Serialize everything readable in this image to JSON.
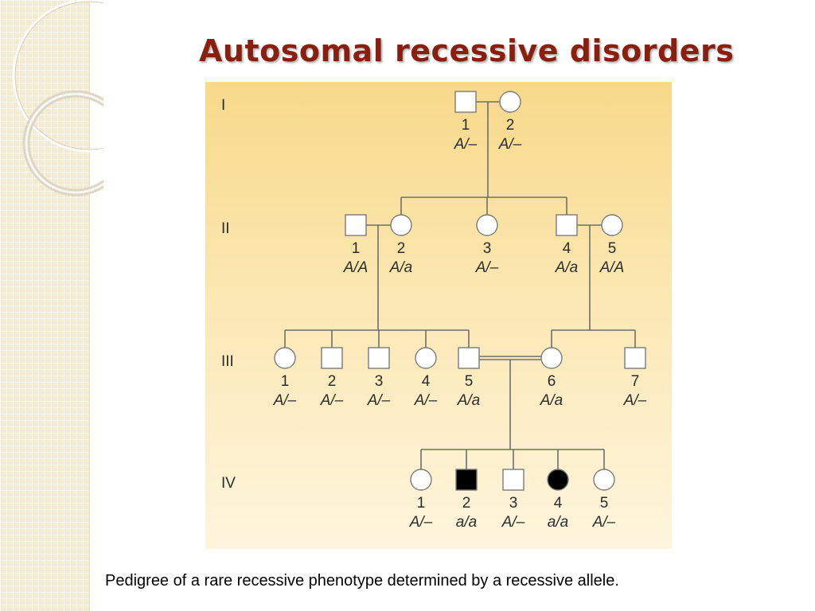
{
  "title": "Autosomal recessive disorders",
  "caption": "Pedigree of a rare recessive phenotype determined by a recessive allele.",
  "pedigree": {
    "generations": [
      "I",
      "II",
      "III",
      "IV"
    ],
    "individuals": [
      {
        "gen": "I",
        "num": "1",
        "sex": "male",
        "affected": false,
        "genotype": "A/–"
      },
      {
        "gen": "I",
        "num": "2",
        "sex": "female",
        "affected": false,
        "genotype": "A/–"
      },
      {
        "gen": "II",
        "num": "1",
        "sex": "male",
        "affected": false,
        "genotype": "A/A"
      },
      {
        "gen": "II",
        "num": "2",
        "sex": "female",
        "affected": false,
        "genotype": "A/a"
      },
      {
        "gen": "II",
        "num": "3",
        "sex": "female",
        "affected": false,
        "genotype": "A/–"
      },
      {
        "gen": "II",
        "num": "4",
        "sex": "male",
        "affected": false,
        "genotype": "A/a"
      },
      {
        "gen": "II",
        "num": "5",
        "sex": "female",
        "affected": false,
        "genotype": "A/A"
      },
      {
        "gen": "III",
        "num": "1",
        "sex": "female",
        "affected": false,
        "genotype": "A/–"
      },
      {
        "gen": "III",
        "num": "2",
        "sex": "male",
        "affected": false,
        "genotype": "A/–"
      },
      {
        "gen": "III",
        "num": "3",
        "sex": "male",
        "affected": false,
        "genotype": "A/–"
      },
      {
        "gen": "III",
        "num": "4",
        "sex": "female",
        "affected": false,
        "genotype": "A/–"
      },
      {
        "gen": "III",
        "num": "5",
        "sex": "male",
        "affected": false,
        "genotype": "A/a"
      },
      {
        "gen": "III",
        "num": "6",
        "sex": "female",
        "affected": false,
        "genotype": "A/a"
      },
      {
        "gen": "III",
        "num": "7",
        "sex": "male",
        "affected": false,
        "genotype": "A/–"
      },
      {
        "gen": "IV",
        "num": "1",
        "sex": "female",
        "affected": false,
        "genotype": "A/–"
      },
      {
        "gen": "IV",
        "num": "2",
        "sex": "male",
        "affected": true,
        "genotype": "a/a"
      },
      {
        "gen": "IV",
        "num": "3",
        "sex": "male",
        "affected": false,
        "genotype": "A/–"
      },
      {
        "gen": "IV",
        "num": "4",
        "sex": "female",
        "affected": true,
        "genotype": "a/a"
      },
      {
        "gen": "IV",
        "num": "5",
        "sex": "female",
        "affected": false,
        "genotype": "A/–"
      }
    ]
  },
  "colors": {
    "title": "#8a1f10",
    "line": "#6e6e6e",
    "symbol_stroke": "#7a7a7a",
    "unaffected_fill": "#ffffff",
    "affected_fill": "#000000"
  }
}
